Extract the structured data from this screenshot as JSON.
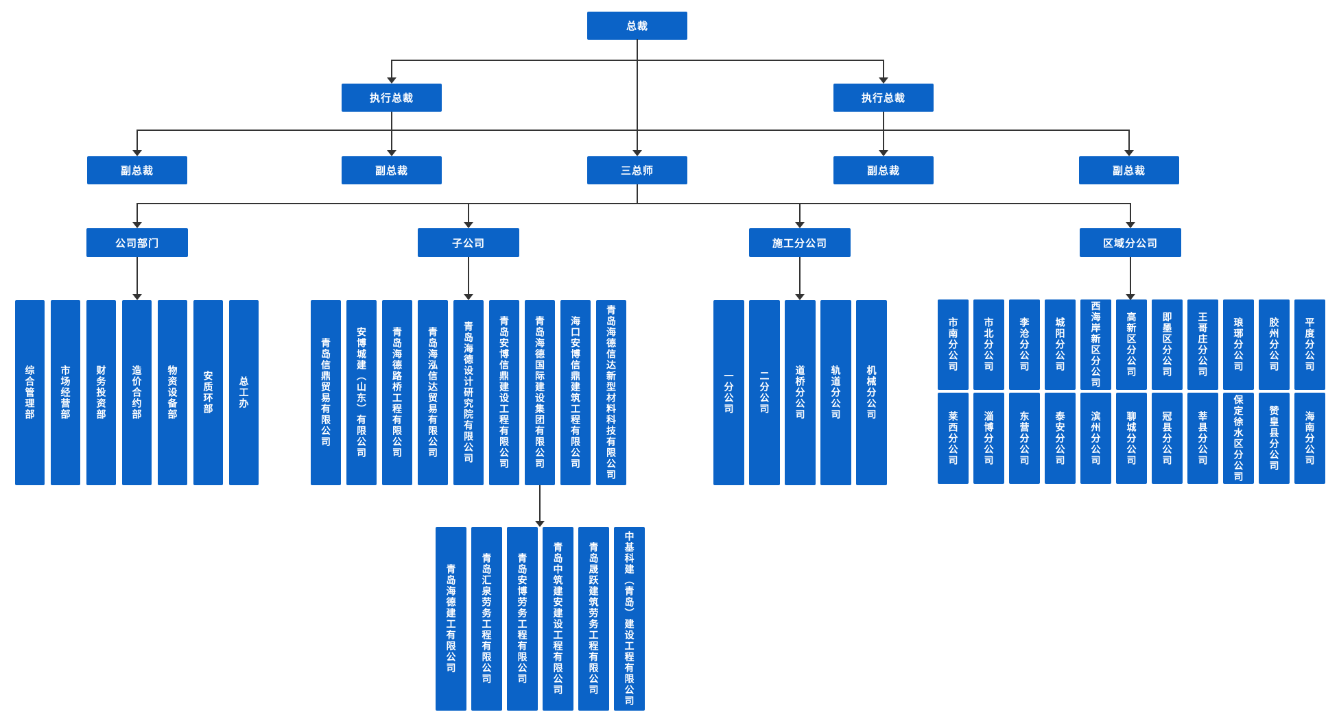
{
  "nodes": {
    "president": "总裁",
    "exec_left": "执行总裁",
    "exec_right": "执行总裁",
    "vp1": "副总裁",
    "vp2": "副总裁",
    "chief": "三总师",
    "vp3": "副总裁",
    "vp4": "副总裁",
    "dept_header": "公司部门",
    "sub_header": "子公司",
    "constr_header": "施工分公司",
    "regional_header": "区域分公司"
  },
  "groups": {
    "departments": [
      "综合管理部",
      "市场经营部",
      "财务投资部",
      "造价合约部",
      "物资设备部",
      "安质环部",
      "总工办"
    ],
    "subsidiaries": [
      "青岛信鼎贸易有限公司",
      "安博城建（山东）有限公司",
      "青岛海德路桥工程有限公司",
      "青岛海泓信达贸易有限公司",
      "青岛海德设计研究院有限公司",
      "青岛安博信鼎建设工程有限公司",
      "青岛海德国际建设集团有限公司",
      "海口安博信鼎建筑工程有限公司",
      "青岛海德信达新型材料科技有限公司"
    ],
    "construction": [
      "一分公司",
      "二分公司",
      "道桥分公司",
      "轨道分公司",
      "机械分公司"
    ],
    "regional_row1": [
      "市南分公司",
      "市北分公司",
      "李沧分公司",
      "城阳分公司",
      "西海岸新区分公司",
      "高新区分公司",
      "即墨区分公司",
      "王哥庄分公司",
      "琅琊分公司",
      "胶州分公司",
      "平度分公司"
    ],
    "regional_row2": [
      "莱西分公司",
      "淄博分公司",
      "东营分公司",
      "泰安分公司",
      "滨州分公司",
      "聊城分公司",
      "冠县分公司",
      "莘县分公司",
      "保定徐水区分公司",
      "赞皇县分公司",
      "海南分公司"
    ],
    "haide_children": [
      "青岛海德建工有限公司",
      "青岛汇泉劳务工程有限公司",
      "青岛安博劳务工程有限公司",
      "青岛中筑建安建设工程有限公司",
      "青岛晟跃建筑劳务工程有限公司",
      "中基科建（青岛）建设工程有限公司"
    ]
  },
  "colors": {
    "box": "#0b63c7",
    "line": "#333333",
    "text": "#ffffff"
  }
}
